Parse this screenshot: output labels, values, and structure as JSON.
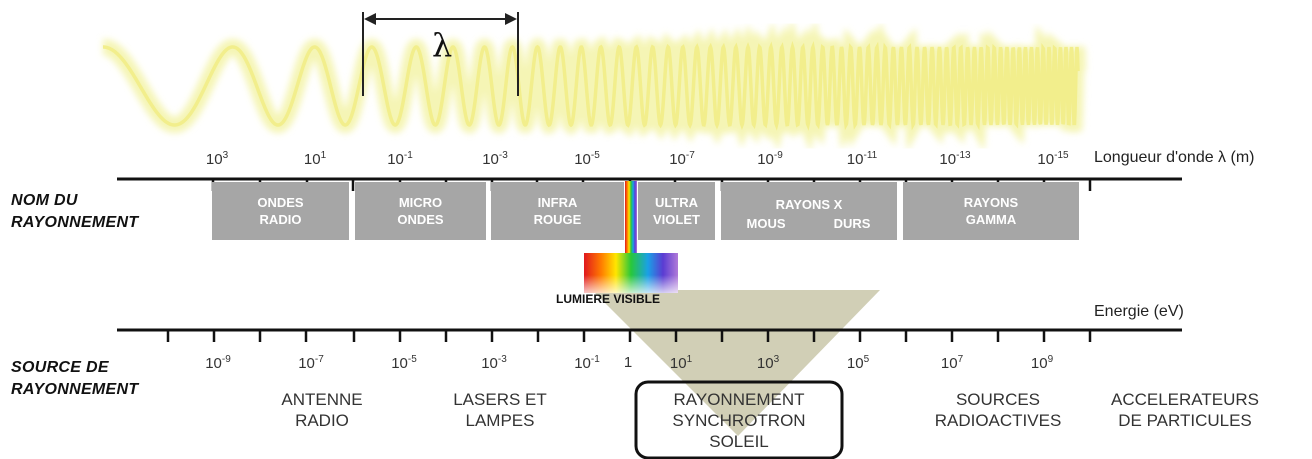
{
  "wavelength_axis": {
    "label": "Longueur d'onde λ (m)",
    "lambda_symbol": "λ",
    "ticks": [
      {
        "base": "10",
        "exp": "3"
      },
      {
        "base": "10",
        "exp": "1"
      },
      {
        "base": "10",
        "exp": "-1"
      },
      {
        "base": "10",
        "exp": "-3"
      },
      {
        "base": "10",
        "exp": "-5"
      },
      {
        "base": "10",
        "exp": "-7"
      },
      {
        "base": "10",
        "exp": "-9"
      },
      {
        "base": "10",
        "exp": "-11"
      },
      {
        "base": "10",
        "exp": "-13"
      },
      {
        "base": "10",
        "exp": "-15"
      }
    ]
  },
  "radiation_name": {
    "title_line1": "NOM DU",
    "title_line2": "RAYONNEMENT",
    "bands": [
      {
        "line1": "ONDES",
        "line2": "RADIO"
      },
      {
        "line1": "MICRO",
        "line2": "ONDES"
      },
      {
        "line1": "INFRA",
        "line2": "ROUGE"
      },
      {
        "line1": "ULTRA",
        "line2": "VIOLET"
      },
      {
        "line1": "RAYONS X",
        "line2": ""
      },
      {
        "line1": "",
        "line2": "MOUS"
      },
      {
        "line1": "",
        "line2": "DURS"
      },
      {
        "line1": "RAYONS",
        "line2": "GAMMA"
      }
    ],
    "visible_light": "LUMIERE VISIBLE"
  },
  "energy_axis": {
    "label": "Energie  (eV)",
    "ticks": [
      {
        "base": "10",
        "exp": "-9"
      },
      {
        "base": "10",
        "exp": "-7"
      },
      {
        "base": "10",
        "exp": "-5"
      },
      {
        "base": "10",
        "exp": "-3"
      },
      {
        "base": "10",
        "exp": "-1"
      },
      {
        "base": "1",
        "exp": ""
      },
      {
        "base": "10",
        "exp": "1"
      },
      {
        "base": "10",
        "exp": "3"
      },
      {
        "base": "10",
        "exp": "5"
      },
      {
        "base": "10",
        "exp": "7"
      },
      {
        "base": "10",
        "exp": "9"
      }
    ]
  },
  "radiation_source": {
    "title_line1": "SOURCE DE",
    "title_line2": "RAYONNEMENT",
    "sources": [
      {
        "line1": "ANTENNE",
        "line2": "RADIO",
        "line3": ""
      },
      {
        "line1": "LASERS ET",
        "line2": "LAMPES",
        "line3": ""
      },
      {
        "line1": "RAYONNEMENT",
        "line2": "SYNCHROTRON",
        "line3": "SOLEIL"
      },
      {
        "line1": "SOURCES",
        "line2": "RADIOACTIVES",
        "line3": ""
      },
      {
        "line1": "ACCELERATEURS",
        "line2": "DE PARTICULES",
        "line3": ""
      }
    ]
  },
  "colors": {
    "wave": "#f2ee8c",
    "band_fill": "#a6a6a6",
    "band_text": "#ffffff",
    "funnel": "#c9c7a9",
    "axis": "#111111"
  }
}
